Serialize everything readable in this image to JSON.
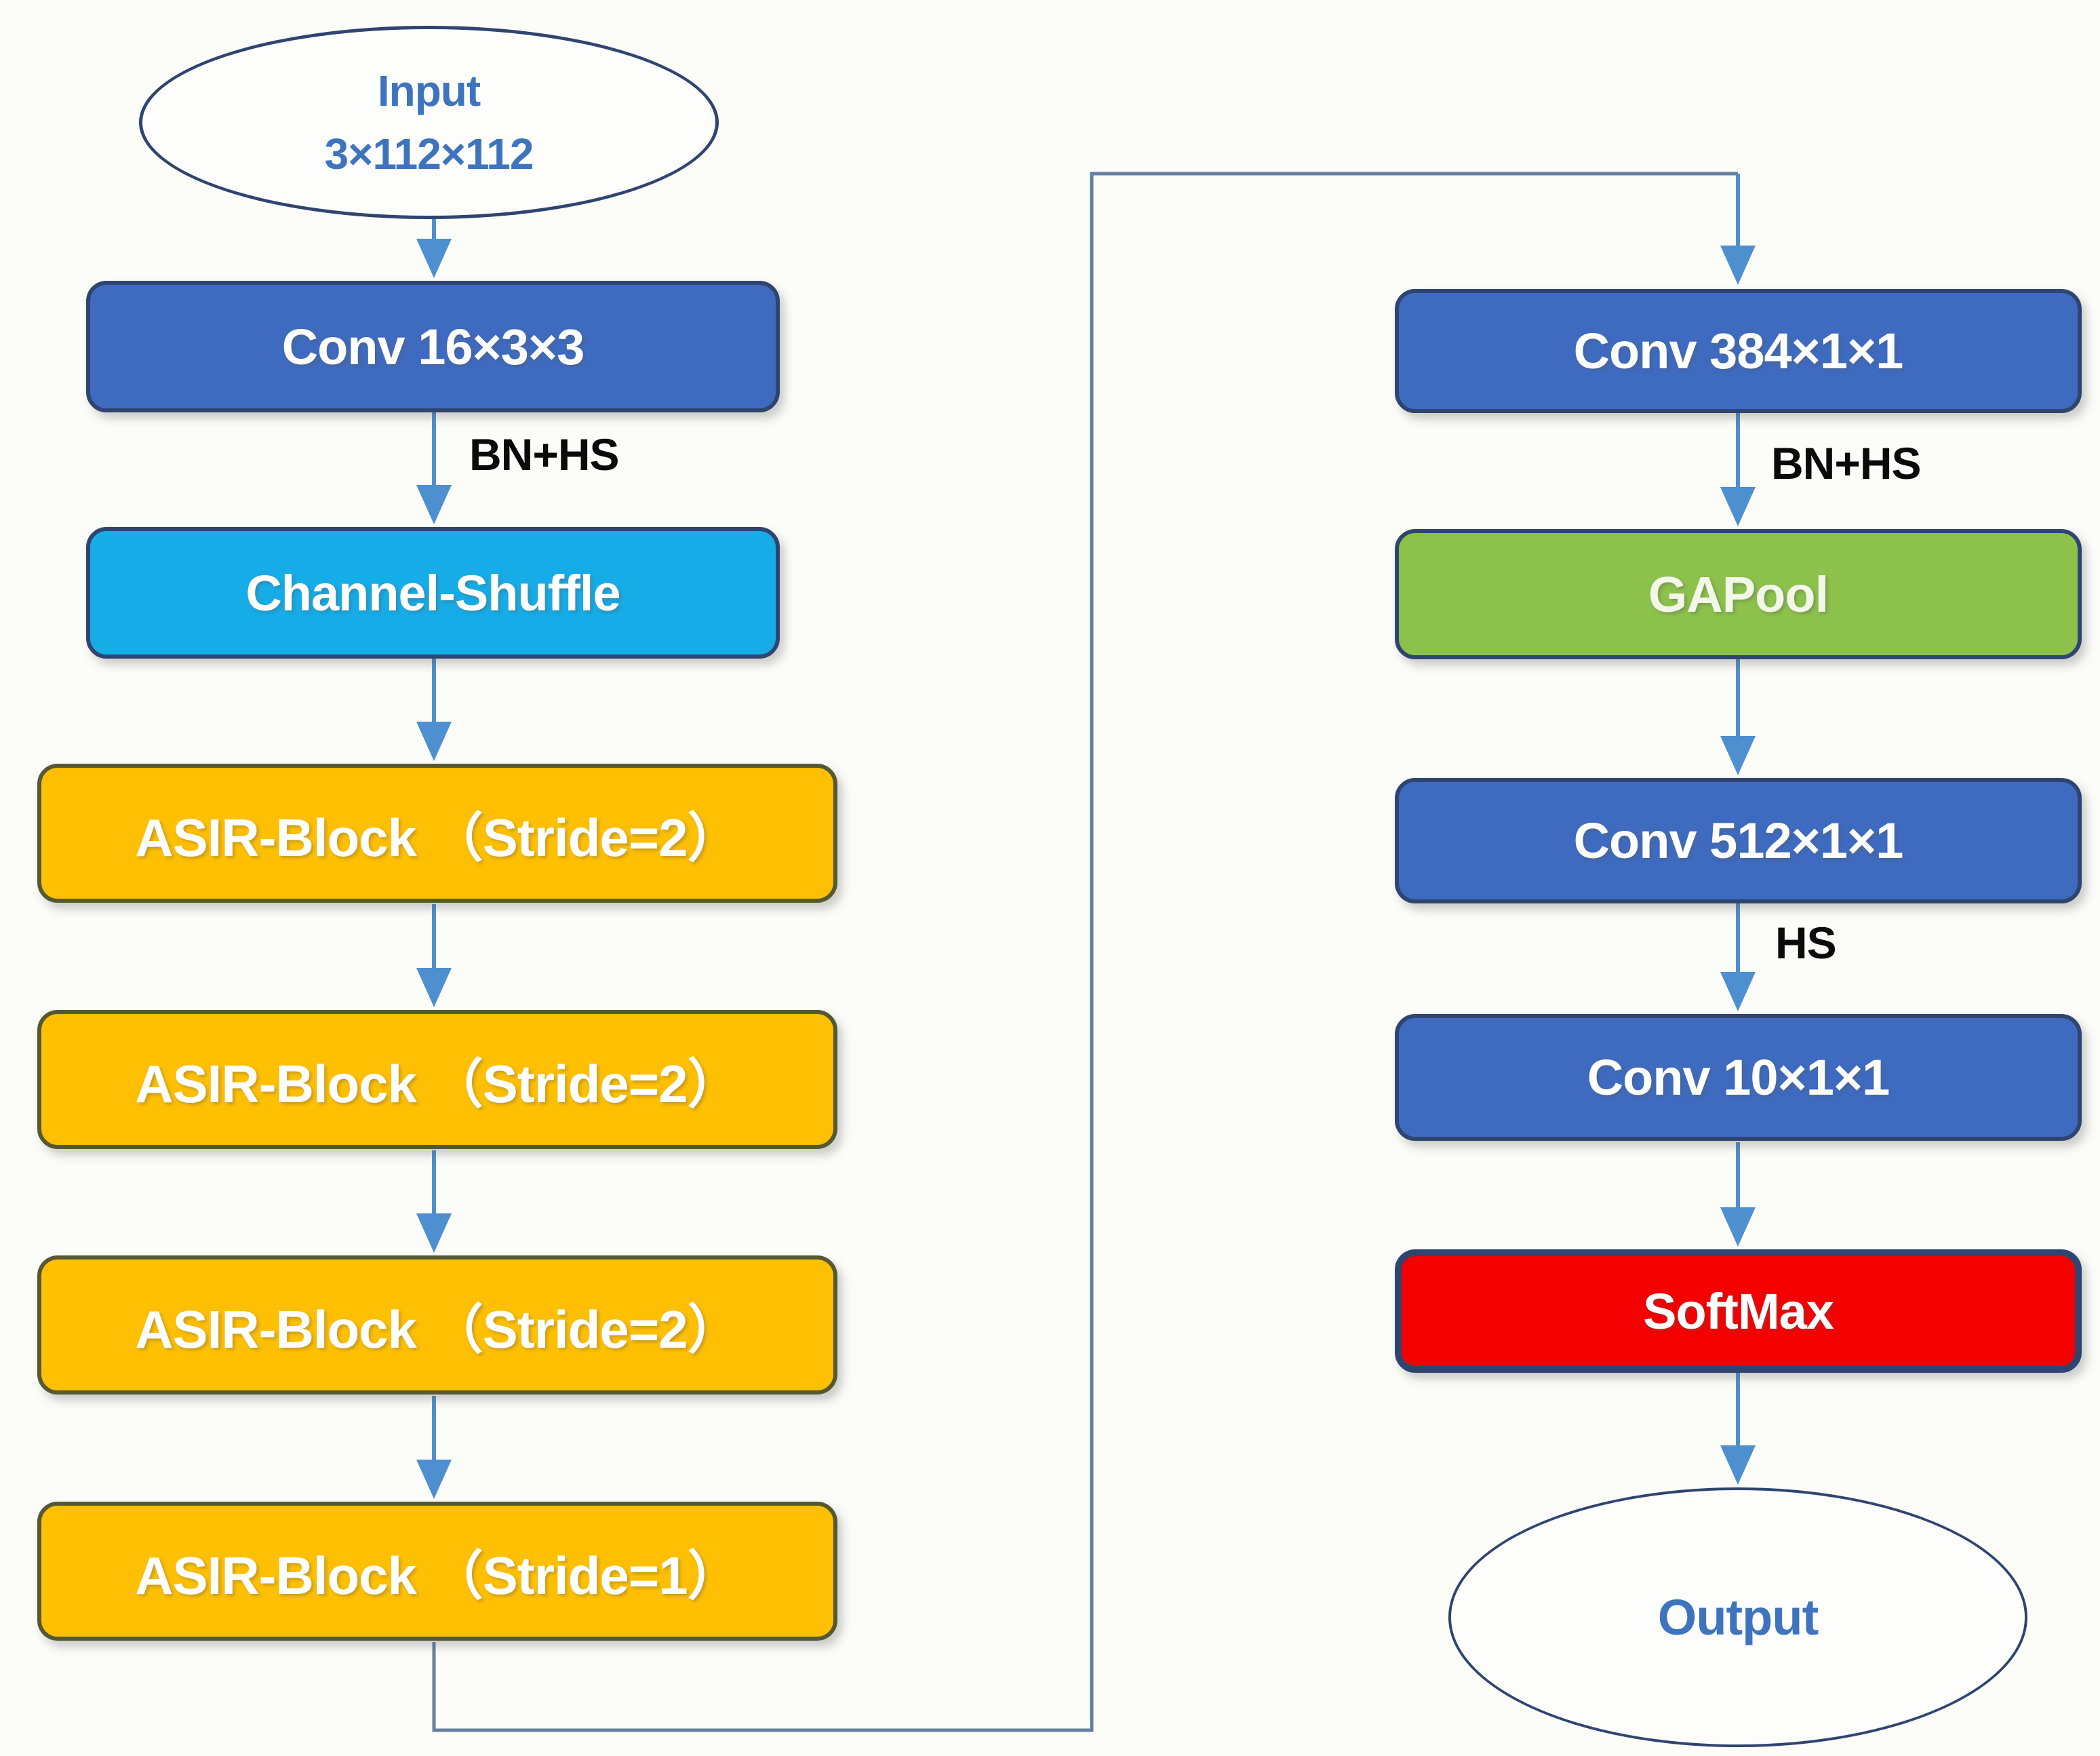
{
  "nodes": {
    "input": {
      "line1": "Input",
      "line2": "3×112×112"
    },
    "conv16": {
      "label": "Conv 16×3×3"
    },
    "channel_shuffle": {
      "label": "Channel-Shuffle"
    },
    "asir1": {
      "label": "ASIR-Block （Stride=2）"
    },
    "asir2": {
      "label": "ASIR-Block （Stride=2）"
    },
    "asir3": {
      "label": "ASIR-Block （Stride=2）"
    },
    "asir4": {
      "label": "ASIR-Block （Stride=1）"
    },
    "conv384": {
      "label": "Conv 384×1×1"
    },
    "gapool": {
      "label": "GAPool"
    },
    "conv512": {
      "label": "Conv 512×1×1"
    },
    "conv10": {
      "label": "Conv 10×1×1"
    },
    "softmax": {
      "label": "SoftMax"
    },
    "output": {
      "label": "Output"
    }
  },
  "edge_labels": {
    "bn_hs_left": "BN+HS",
    "bn_hs_right": "BN+HS",
    "hs": "HS"
  },
  "colors": {
    "blue_box": "#3E6BC0",
    "cyan_box": "#16ACE8",
    "yellow_box": "#FFC003",
    "green_box": "#8CC14B",
    "red_box": "#F40000",
    "navy_border": "#2F4570",
    "yellow_box_border": "#565832",
    "arrow": "#4E8FD0",
    "connector": "#64809F",
    "terminal_text": "#3E74BE",
    "box_text": "#FFFFFF",
    "edge_label_text": "#0A0A0A",
    "background": "#FCFCF9"
  }
}
